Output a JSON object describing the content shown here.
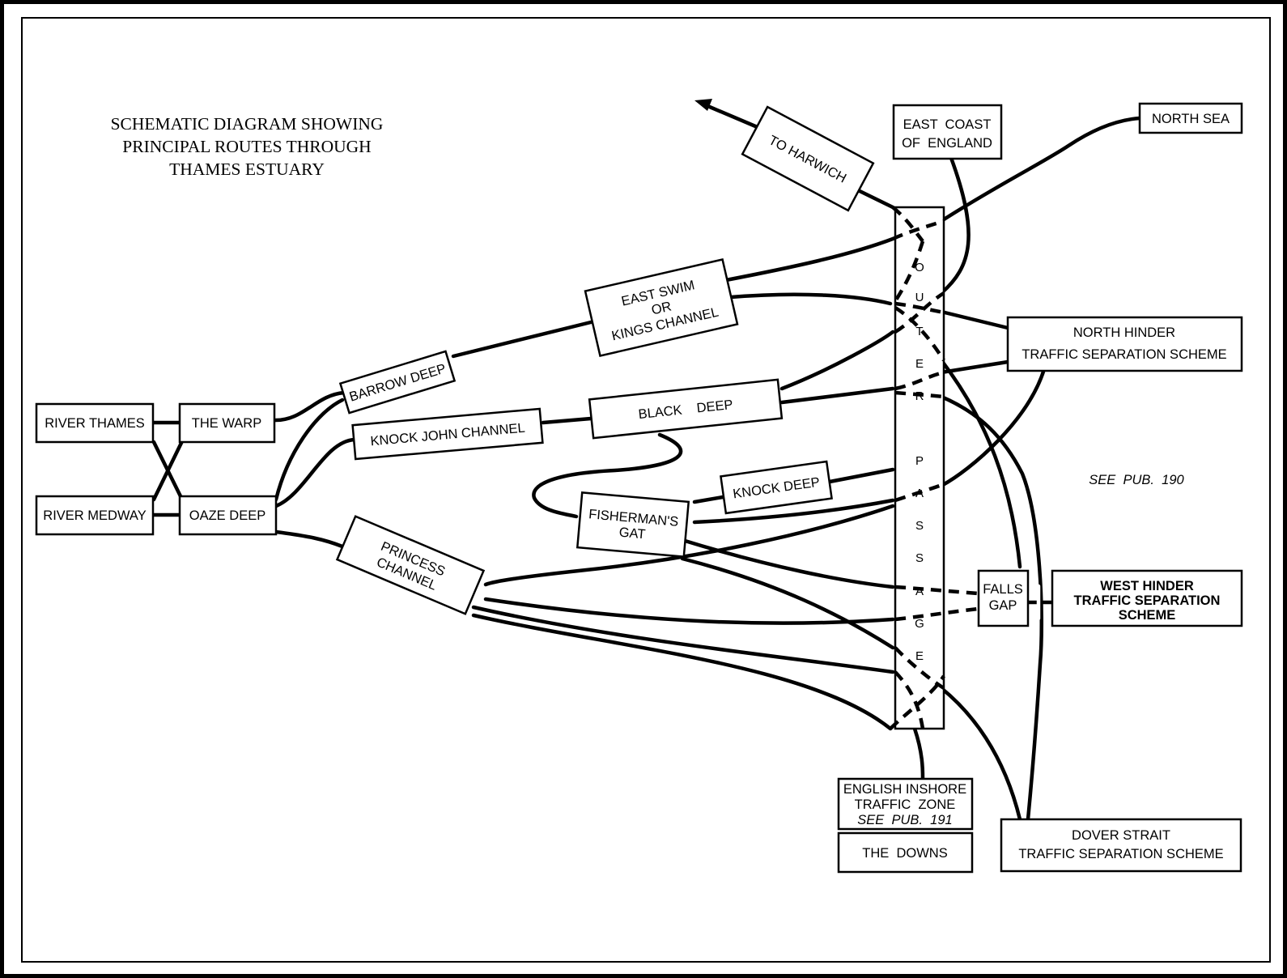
{
  "title_lines": [
    "SCHEMATIC DIAGRAM SHOWING",
    "PRINCIPAL ROUTES THROUGH",
    "THAMES ESTUARY"
  ],
  "nodes": {
    "river_thames": "RIVER THAMES",
    "river_medway": "RIVER MEDWAY",
    "the_warp": "THE WARP",
    "oaze_deep": "OAZE DEEP",
    "barrow_deep": "BARROW DEEP",
    "knock_john_channel": "KNOCK JOHN CHANNEL",
    "east_swim": [
      "EAST SWIM",
      "OR",
      "KINGS CHANNEL"
    ],
    "black_deep": "BLACK    DEEP",
    "knock_deep": "KNOCK DEEP",
    "fishermans_gat": [
      "FISHERMAN'S",
      "GAT"
    ],
    "princess_channel": [
      "PRINCESS",
      "CHANNEL"
    ],
    "to_harwich": "TO HARWICH",
    "east_coast": [
      "EAST  COAST",
      "OF  ENGLAND"
    ],
    "north_sea": "NORTH SEA",
    "north_hinder": [
      "NORTH HINDER",
      "TRAFFIC SEPARATION SCHEME"
    ],
    "falls_gap": [
      "FALLS",
      "GAP"
    ],
    "west_hinder": [
      "WEST HINDER",
      "TRAFFIC SEPARATION",
      "SCHEME"
    ],
    "english_inshore": [
      "ENGLISH INSHORE",
      "TRAFFIC  ZONE",
      "SEE  PUB.  191"
    ],
    "the_downs": "THE  DOWNS",
    "dover_strait": [
      "DOVER STRAIT",
      "TRAFFIC SEPARATION SCHEME"
    ]
  },
  "outer_passage_letters": [
    "O",
    "U",
    "T",
    "E",
    "R",
    "P",
    "A",
    "S",
    "S",
    "A",
    "G",
    "E"
  ],
  "see_pub_190": "SEE  PUB.  190"
}
